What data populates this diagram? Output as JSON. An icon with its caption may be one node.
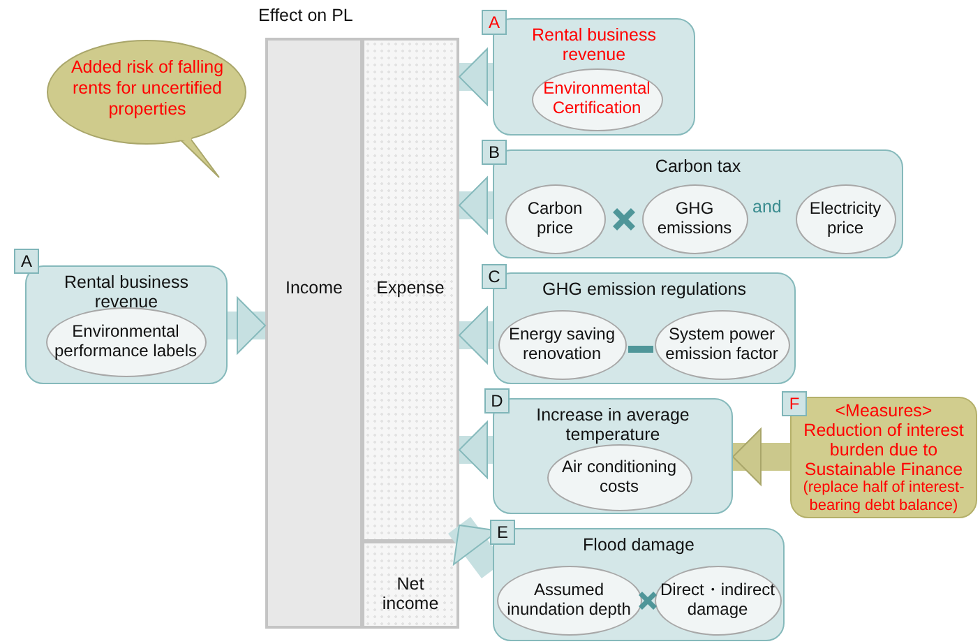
{
  "diagram": {
    "nodes": [
      {
        "text": [
          "Added risk of falling rents for uncertified properties"
        ]
      },
      {
        "text": [
          "Income"
        ]
      },
      {
        "text": [
          "Expense"
        ]
      },
      {
        "text": [
          "Net income"
        ]
      },
      {
        "text": [
          "A"
        ]
      },
      {
        "text": [
          "Rental business revenue"
        ]
      },
      {
        "text": [
          "Environmental performance labels"
        ],
        "in": 5
      },
      {
        "text": [
          "A"
        ]
      },
      {
        "text": [
          "Rental business revenue"
        ]
      },
      {
        "text": [
          "Environmental Certification"
        ],
        "in": 8
      },
      {
        "text": [
          "B"
        ]
      },
      {
        "text": [
          "Carbon tax"
        ]
      },
      {
        "text": [
          "Carbon price"
        ],
        "in": 11
      },
      {
        "text": [
          "GHG emissions"
        ],
        "in": 11
      },
      {
        "text": [
          "Electricity price"
        ],
        "in": 11
      },
      {
        "text": [
          "C"
        ]
      },
      {
        "text": [
          "GHG emission regulations"
        ]
      },
      {
        "text": [
          "Energy saving renovation"
        ],
        "in": 16
      },
      {
        "text": [
          "System power emission factor"
        ],
        "in": 16
      },
      {
        "text": [
          "D"
        ]
      },
      {
        "text": [
          "Increase in average temperature"
        ]
      },
      {
        "text": [
          "Air conditioning costs"
        ],
        "in": 20
      },
      {
        "text": [
          "E"
        ]
      },
      {
        "text": [
          "Flood damage"
        ]
      },
      {
        "text": [
          "Assumed inundation depth"
        ],
        "in": 23
      },
      {
        "text": [
          "Direct・indirect damage"
        ],
        "in": 23
      },
      {
        "text": [
          "F"
        ]
      },
      {
        "text": [
          "<Measures> Reduction of interest burden due to Sustainable Finance",
          "(replace half of interest-bearing debt balance)"
        ]
      }
    ],
    "edges": [
      {
        "from": 5,
        "to": 1,
        "arrow": "to"
      },
      {
        "from": 8,
        "to": 2,
        "arrow": "to"
      },
      {
        "from": 11,
        "to": 2,
        "arrow": "to"
      },
      {
        "from": 16,
        "to": 2,
        "arrow": "to"
      },
      {
        "from": 20,
        "to": 2,
        "arrow": "to"
      },
      {
        "from": 23,
        "to": 2,
        "arrow": "to"
      },
      {
        "from": 27,
        "to": 20,
        "arrow": "to",
        "color": "#cbc88c"
      }
    ],
    "labels": [
      "Effect on PL",
      "and"
    ]
  }
}
